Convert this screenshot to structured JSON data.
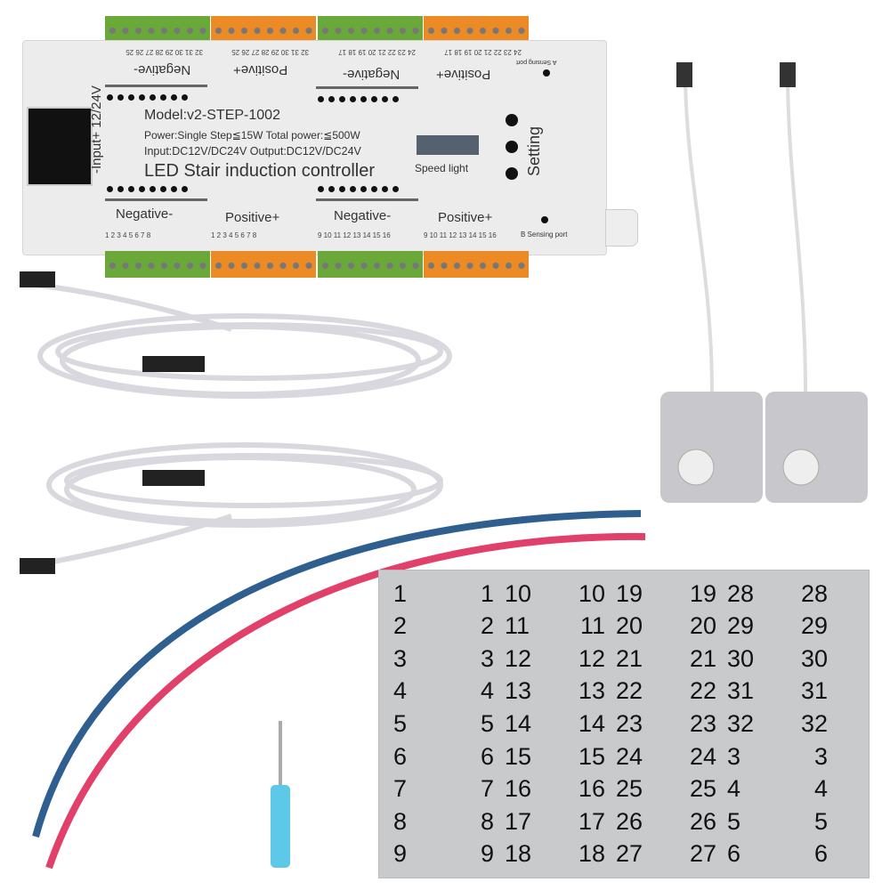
{
  "controller": {
    "model": "Model:v2-STEP-1002",
    "power": "Power:Single Step≦15W Total power:≦500W",
    "io": "Input:DC12V/DC24V Output:DC12V/DC24V",
    "title": "LED Stair induction controller",
    "input_label": "-Input+ 12/24V",
    "speed_light": "Speed light",
    "setting": "Setting",
    "a_port": "A Sensing port",
    "b_port": "B Sensing port",
    "negative": "Negative-",
    "positive": "Positive+",
    "top_numbers": [
      "32 31 30 29 28 27 26 25",
      "32 31 30 29 28 27 26 25",
      "24 23 22 21 20 19 18 17",
      "24 23 22 21 20 19 18 17"
    ],
    "bottom_numbers": [
      "1 2 3 4 5 6 7 8",
      "1 2 3 4 5 6 7 8",
      "9 10 11 12 13 14 15 16",
      "9 10 11 12 13 14 15 16"
    ]
  },
  "colors": {
    "green_terminal": "#6aa83a",
    "orange_terminal": "#ec8a25",
    "red_wire": "#e0406a",
    "blue_wire": "#2f5f8f",
    "screwdriver": "#5ec8e8"
  },
  "labels_sheet": {
    "columns": [
      [
        "1",
        "2",
        "3",
        "4",
        "5",
        "6",
        "7",
        "8",
        "9"
      ],
      [
        "1",
        "2",
        "3",
        "4",
        "5",
        "6",
        "7",
        "8",
        "9"
      ],
      [
        "10",
        "11",
        "12",
        "13",
        "14",
        "15",
        "16",
        "17",
        "18"
      ],
      [
        "10",
        "11",
        "12",
        "13",
        "14",
        "15",
        "16",
        "17",
        "18"
      ],
      [
        "19",
        "20",
        "21",
        "22",
        "23",
        "24",
        "25",
        "26",
        "27"
      ],
      [
        "19",
        "20",
        "21",
        "22",
        "23",
        "24",
        "25",
        "26",
        "27"
      ],
      [
        "28",
        "29",
        "30",
        "31",
        "32",
        "3",
        "4",
        "5",
        "6"
      ],
      [
        "28",
        "29",
        "30",
        "31",
        "32",
        "3",
        "4",
        "5",
        "6"
      ]
    ]
  }
}
